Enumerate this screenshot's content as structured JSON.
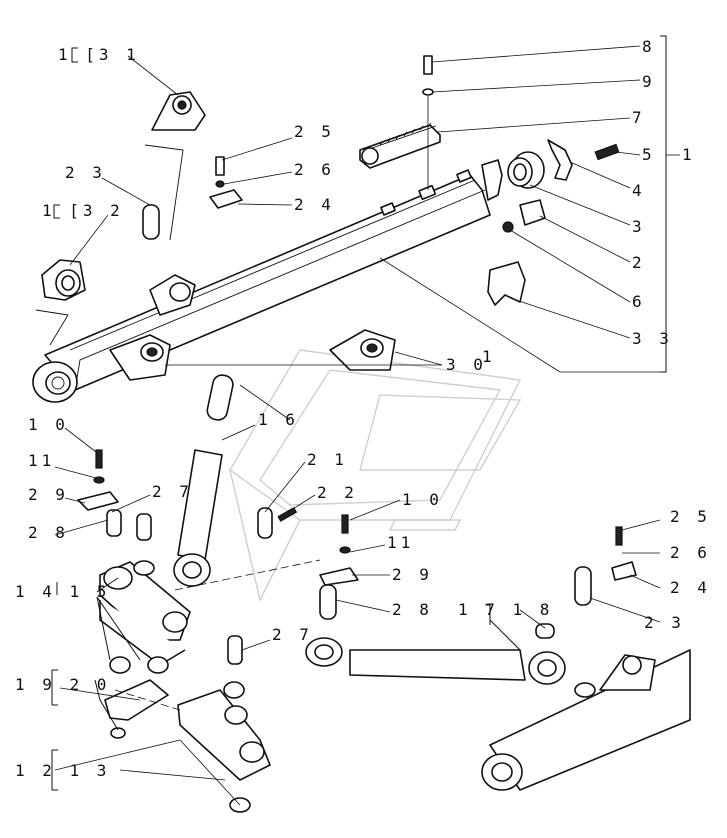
{
  "callouts": [
    {
      "id": "c1-31",
      "text": "1 [3 1"
    },
    {
      "id": "c23a",
      "text": "2 3"
    },
    {
      "id": "c1-32",
      "text": "1 [3 2"
    },
    {
      "id": "c25a",
      "text": "2 5"
    },
    {
      "id": "c26a",
      "text": "2 6"
    },
    {
      "id": "c24a",
      "text": "2 4"
    },
    {
      "id": "c8",
      "text": "8"
    },
    {
      "id": "c9",
      "text": "9"
    },
    {
      "id": "c7",
      "text": "7"
    },
    {
      "id": "c5",
      "text": "5"
    },
    {
      "id": "c1",
      "text": "1"
    },
    {
      "id": "c4",
      "text": "4"
    },
    {
      "id": "c3",
      "text": "3"
    },
    {
      "id": "c2",
      "text": "2"
    },
    {
      "id": "c6",
      "text": "6"
    },
    {
      "id": "c33",
      "text": "3 3"
    },
    {
      "id": "c30",
      "text": "3 0"
    },
    {
      "id": "c31b",
      "text": "1"
    },
    {
      "id": "c16",
      "text": "1 6"
    },
    {
      "id": "c10a",
      "text": "1 0"
    },
    {
      "id": "c11a",
      "text": "11"
    },
    {
      "id": "c29a",
      "text": "2 9"
    },
    {
      "id": "c27a",
      "text": "2 7"
    },
    {
      "id": "c28a",
      "text": "2 8"
    },
    {
      "id": "c21",
      "text": "2 1"
    },
    {
      "id": "c22",
      "text": "2 2"
    },
    {
      "id": "c10b",
      "text": "1 0"
    },
    {
      "id": "c11b",
      "text": "11"
    },
    {
      "id": "c29b",
      "text": "2 9"
    },
    {
      "id": "c28b",
      "text": "2 8"
    },
    {
      "id": "c1718",
      "text": "1 7 1 8"
    },
    {
      "id": "c25b",
      "text": "2 5"
    },
    {
      "id": "c26b",
      "text": "2 6"
    },
    {
      "id": "c24b",
      "text": "2 4"
    },
    {
      "id": "c23b",
      "text": "2 3"
    },
    {
      "id": "c1415",
      "text": "1 4 1 5"
    },
    {
      "id": "c27b",
      "text": "2 7"
    },
    {
      "id": "c1920",
      "text": "1 9 2 0"
    },
    {
      "id": "c1213",
      "text": "1 2 1 3"
    }
  ]
}
